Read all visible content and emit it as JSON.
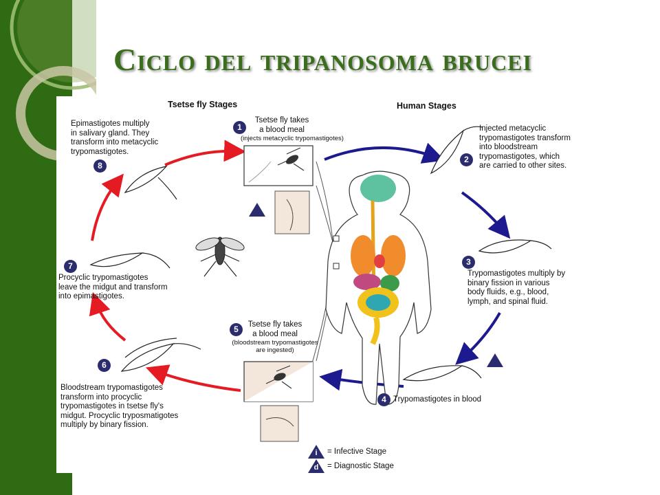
{
  "title": "Ciclo del tripanosoma brucei",
  "headers": {
    "tsetse": "Tsetse fly Stages",
    "human": "Human Stages"
  },
  "steps": [
    {
      "num": "1",
      "lines": [
        "Tsetse fly takes",
        "a blood meal"
      ],
      "note": "(injects metacyclic trypomastigotes)"
    },
    {
      "num": "2",
      "lines": [
        "Injected metacyclic",
        "trypomastigotes transform",
        "into bloodstream",
        "trypomastigotes, which",
        "are carried to other sites."
      ]
    },
    {
      "num": "3",
      "lines": [
        "Trypomastigotes multiply by",
        "binary fission in various",
        "body fluids, e.g., blood,",
        "lymph, and spinal fluid."
      ]
    },
    {
      "num": "4",
      "lines": [
        "Trypomastigotes in blood"
      ]
    },
    {
      "num": "5",
      "lines": [
        "Tsetse fly takes",
        "a blood meal"
      ],
      "note_lines": [
        "(bloodstream trypomastigotes",
        "are ingested)"
      ]
    },
    {
      "num": "6",
      "lines": [
        "Bloodstream trypomastigotes",
        "transform into procyclic",
        "trypomastigotes in tsetse fly's",
        "midgut. Procyclic tryposmatigotes",
        "multiply by binary fission."
      ]
    },
    {
      "num": "7",
      "lines": [
        "Procyclic trypomastigotes",
        "leave the midgut and transform",
        "into epimastigotes."
      ]
    },
    {
      "num": "8",
      "lines": [
        "Epimastigotes multiply",
        "in salivary gland. They",
        "transform into metacyclic",
        "trypomastigotes."
      ]
    }
  ],
  "legend": {
    "infective_symbol": "i",
    "infective": "= Infective Stage",
    "diagnostic_symbol": "d",
    "diagnostic": "= Diagnostic Stage"
  },
  "colors": {
    "green_bar": "#2f6b12",
    "title": "#3b6e1c",
    "red_arrow": "#e51b24",
    "blue_arrow": "#1d1a8f",
    "badge": "#2b2c6e"
  }
}
